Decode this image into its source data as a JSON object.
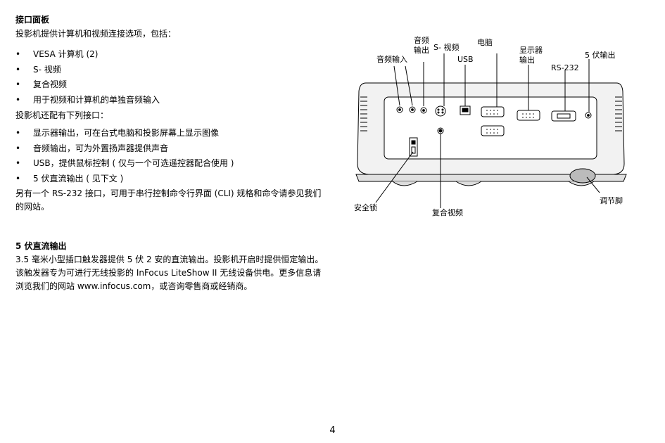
{
  "section1": {
    "title": "接口面板",
    "intro": "投影机提供计算机和视频连接选项，包括：",
    "bullets1": [
      "VESA 计算机 (2)",
      "S- 视频",
      "复合视频",
      "用于视频和计算机的单独音频输入"
    ],
    "mid": "投影机还配有下列接口：",
    "bullets2": [
      "显示器输出，可在台式电脑和投影屏幕上显示图像",
      "音频输出，可为外置扬声器提供声音",
      "USB，提供鼠标控制 ( 仅与一个可选遥控器配合使用 )",
      "5 伏直流输出 ( 见下文 )"
    ],
    "closing": "另有一个 RS-232 接口，可用于串行控制命令行界面 (CLI) 规格和命令请参见我们的网站。"
  },
  "section2": {
    "title": "5 伏直流输出",
    "body": "3.5 毫米小型插口触发器提供 5 伏 2 安的直流输出。投影机开启时提供恒定输出。该触发器专为可进行无线投影的 InFocus LiteShow II 无线设备供电。更多信息请浏览我们的网站 www.infocus.com，或咨询零售商或经销商。"
  },
  "diagram": {
    "labels": {
      "audio_in": "音频输入",
      "audio_out_1": "音频",
      "audio_out_2": "输出",
      "svideo": "S- 视频",
      "usb": "USB",
      "computer": "电脑",
      "monitor_out_1": "显示器",
      "monitor_out_2": "输出",
      "rs232": "RS-232",
      "dc_out": "5 伏输出",
      "security_lock": "安全锁",
      "composite_video": "复合视频",
      "adjust_foot": "调节脚"
    }
  },
  "page_number": "4"
}
